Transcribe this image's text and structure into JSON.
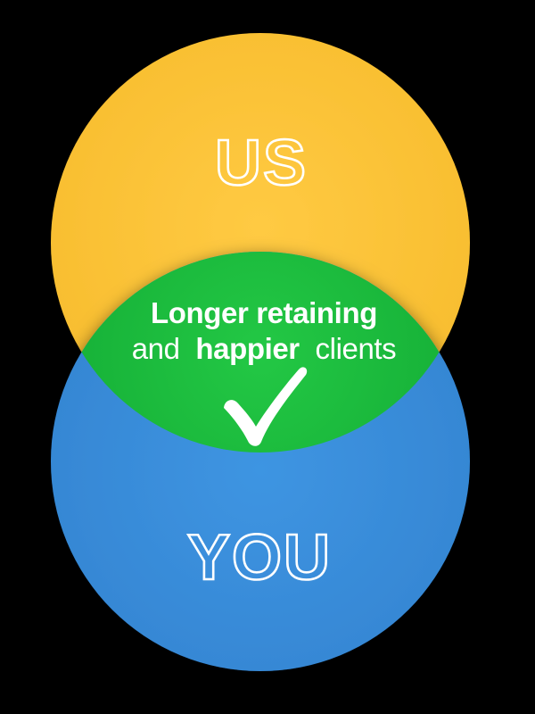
{
  "colors": {
    "background": "#000000",
    "text": "#FFFFFF",
    "us_inner": "#FFCA43",
    "us_outer": "#F7BC2D",
    "you_inner": "#3E95E2",
    "you_outer": "#3484D1",
    "intersection_inner": "#23C845",
    "intersection_outer": "#14AD35"
  },
  "diagram": {
    "type": "venn",
    "sets": [
      {
        "id": "us",
        "label": "US",
        "position": "top",
        "color": "#FBC335"
      },
      {
        "id": "you",
        "label": "YOU",
        "position": "bottom",
        "color": "#3A8FDC"
      }
    ],
    "intersection": {
      "line1": "Longer retaining",
      "line2_word1": "and",
      "line2_word2": "happier",
      "line2_word3": "clients",
      "icon": "checkmark-icon",
      "color": "#1EC040"
    }
  }
}
